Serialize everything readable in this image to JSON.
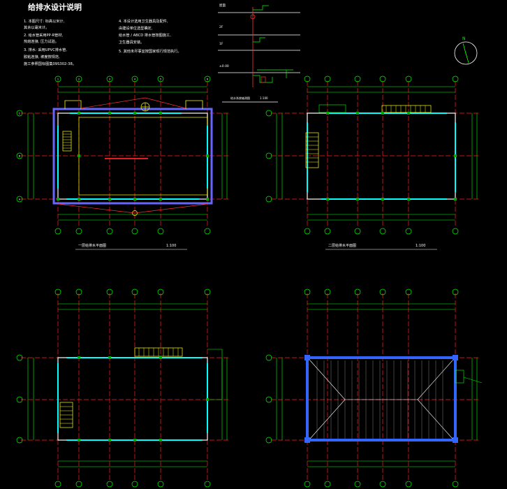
{
  "notes": {
    "title": "给排水设计说明",
    "left": [
      "1. 本图尺寸: 标高以米计,",
      "   其余以毫米计。",
      "2. 给水管采用PP-R管材,",
      "   热熔连接, 压力试验。",
      "3. 排水: 采用UPVC排水管,",
      "   胶粘连接, 坡度按规范,",
      "   施工参照国标图集09S302-38。"
    ],
    "right": [
      "4. 本设计选用卫生器具及配件,",
      "   由建设单位选型确定,",
      "   给水管 / ABCD 排水管按图施工,",
      "   卫生器具安装。",
      "5. 其他未尽事宜按国家现行规范执行。"
    ]
  },
  "system": {
    "caption": "给水系统轴测图",
    "scale": "1:100",
    "level_labels": [
      "屋面",
      "2F",
      "1F",
      "±0.00"
    ]
  },
  "plans": {
    "first_floor": {
      "caption": "一层给排水平面图",
      "scale": "1:100"
    },
    "second_floor": {
      "caption": "二层给排水平面图",
      "scale": "1:100"
    },
    "third_floor": {
      "caption": "",
      "scale": ""
    },
    "roof": {
      "caption": "",
      "scale": ""
    }
  },
  "grid_labels": {
    "columns": [
      "1",
      "2",
      "3",
      "4",
      "5",
      "6"
    ],
    "rows": [
      "C",
      "B",
      "A"
    ]
  },
  "colors": {
    "background": "#000000",
    "axis": "#ff0000",
    "wall": "#ffffff",
    "water": "#00ffff",
    "drain": "#ffff00",
    "dimension": "#00ff00",
    "roof": "#3366ff",
    "roof_outline": "#6666ff"
  }
}
